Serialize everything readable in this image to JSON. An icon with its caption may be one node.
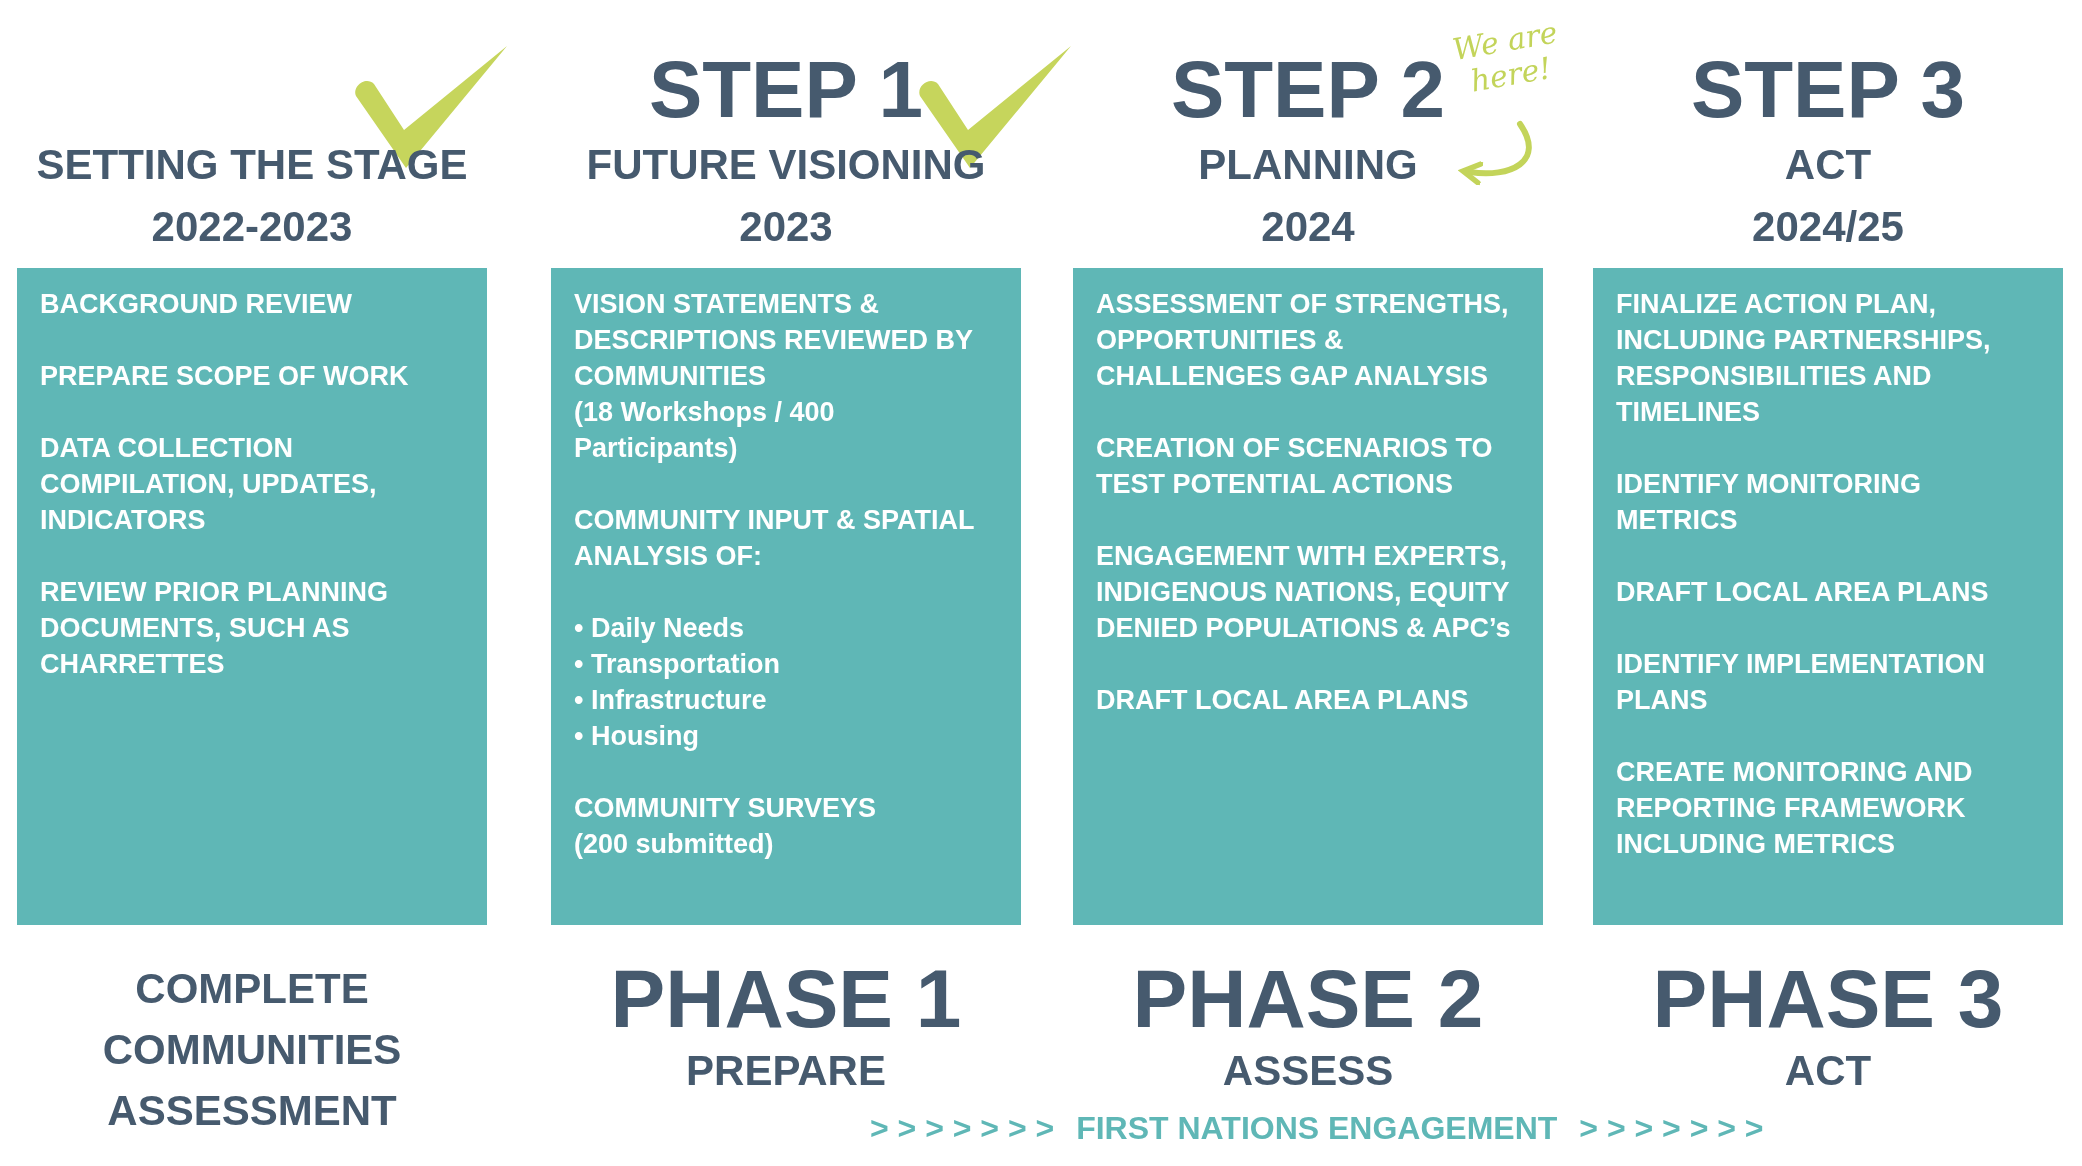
{
  "diagram": {
    "nodes": [
      {
        "text": [
          "SETTING THE STAGE",
          "2022-2023",
          "BACKGROUND REVIEW",
          "PREPARE SCOPE OF WORK",
          "DATA COLLECTION COMPILATION, UPDATES, INDICATORS",
          "REVIEW PRIOR PLANNING DOCUMENTS, SUCH AS CHARRETTES"
        ],
        "beside": [
          "COMPLETE COMMUNITIES ASSESSMENT"
        ]
      },
      {
        "text": [
          "STEP 1",
          "FUTURE VISIONING",
          "2023",
          "VISION STATEMENTS & DESCRIPTIONS REVIEWED BY COMMUNITIES",
          "(18 Workshops / 400 Participants)",
          "COMMUNITY INPUT & SPATIAL ANALYSIS OF:",
          "• Daily Needs",
          "• Transportation",
          "• Infrastructure",
          "• Housing",
          "COMMUNITY SURVEYS",
          "(200 submitted)"
        ],
        "beside": [
          "PHASE 1",
          "PREPARE"
        ]
      },
      {
        "text": [
          "STEP 2",
          "PLANNING",
          "2024",
          "ASSESSMENT OF STRENGTHS, OPPORTUNITIES & CHALLENGES GAP ANALYSIS",
          "CREATION OF SCENARIOS TO TEST POTENTIAL ACTIONS",
          "ENGAGEMENT WITH EXPERTS, INDIGENOUS NATIONS, EQUITY DENIED POPULATIONS & APC’s",
          "DRAFT LOCAL AREA PLANS"
        ],
        "beside": [
          "PHASE 2",
          "ASSESS"
        ]
      },
      {
        "text": [
          "STEP 3",
          "ACT",
          "2024/25",
          "FINALIZE ACTION PLAN, INCLUDING PARTNERSHIPS, RESPONSIBILITIES AND TIMELINES",
          "IDENTIFY MONITORING METRICS",
          "DRAFT LOCAL AREA PLANS",
          "IDENTIFY IMPLEMENTATION PLANS",
          "CREATE MONITORING AND REPORTING FRAMEWORK INCLUDING METRICS"
        ],
        "beside": [
          "PHASE 3",
          "ACT"
        ]
      },
      {
        "text": [
          "We are here!"
        ]
      }
    ],
    "edges": [
      {
        "from": 4,
        "to": 2,
        "arrow": "to",
        "color": "#c3d45a"
      }
    ],
    "labels": [
      "> > > > > > >",
      "FIRST NATIONS ENGAGEMENT",
      "> > > > > > >"
    ]
  }
}
